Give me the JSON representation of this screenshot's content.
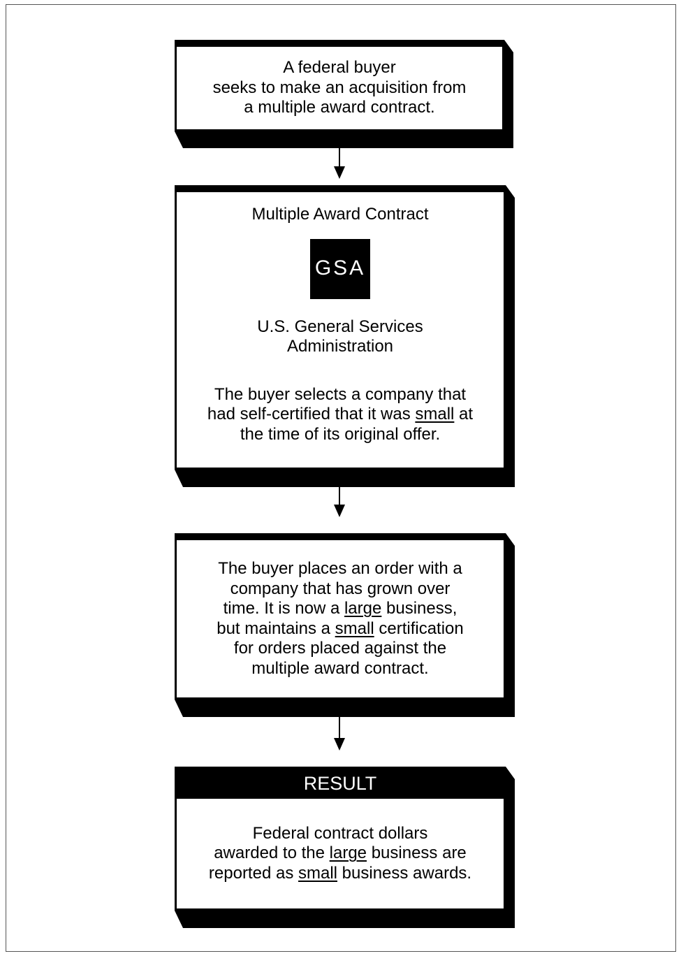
{
  "box1": {
    "lines": [
      "A federal buyer",
      "seeks to make an acquisition from",
      "a multiple award contract."
    ]
  },
  "box2": {
    "title": "Multiple Award Contract",
    "logo_text": "GSA",
    "org_lines": [
      "U.S. General Services",
      "Administration"
    ],
    "text": {
      "l1": "The buyer selects a company that",
      "l2_pre": "had self-certified that it was ",
      "l2_u": "small",
      "l2_post": " at",
      "l3": "the time of its original offer."
    }
  },
  "box3": {
    "text": {
      "l1": "The buyer places an order with a",
      "l2": "company that has grown over",
      "l3_pre": "time. It is now a ",
      "l3_u": "large",
      "l3_post": " business,",
      "l4_pre": "but maintains a ",
      "l4_u": "small",
      "l4_post": " certification",
      "l5": "for orders placed against the",
      "l6": "multiple award contract."
    }
  },
  "box4": {
    "header": "RESULT",
    "text": {
      "l1": "Federal contract dollars",
      "l2_pre": "awarded to the ",
      "l2_u": "large",
      "l2_post": " business are",
      "l3_pre": "reported as ",
      "l3_u": "small",
      "l3_post": " business awards."
    }
  }
}
